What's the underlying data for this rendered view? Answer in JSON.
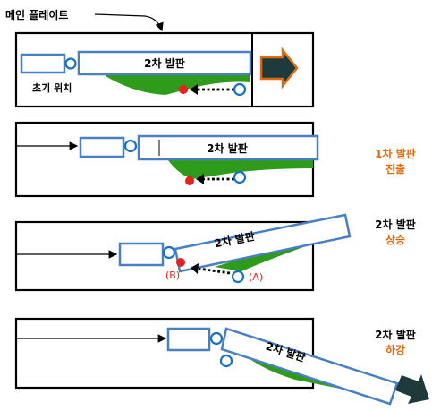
{
  "title": "메인 플레이트",
  "plate_label": "2차 발판",
  "initial_position": "초기 위치",
  "marker_a": "(A)",
  "marker_b": "(B)",
  "stages": [
    {
      "line1": "1차 발판",
      "line2": "진출"
    },
    {
      "line1": "2차 발판",
      "line2": "상승"
    },
    {
      "line1": "2차 발판",
      "line2": "하강"
    }
  ],
  "colors": {
    "plate_stroke": "#4a7fc1",
    "ground_green": "#2e9b1a",
    "marker_red": "#e8201e",
    "stage_orange": "#e06a10",
    "arrow_dark": "#1e3a3a",
    "arrow_orange": "#e06a10"
  },
  "icons": [
    "move-right-arrow",
    "retract-dotted-arrow",
    "roller-circle",
    "contact-point-dot"
  ]
}
